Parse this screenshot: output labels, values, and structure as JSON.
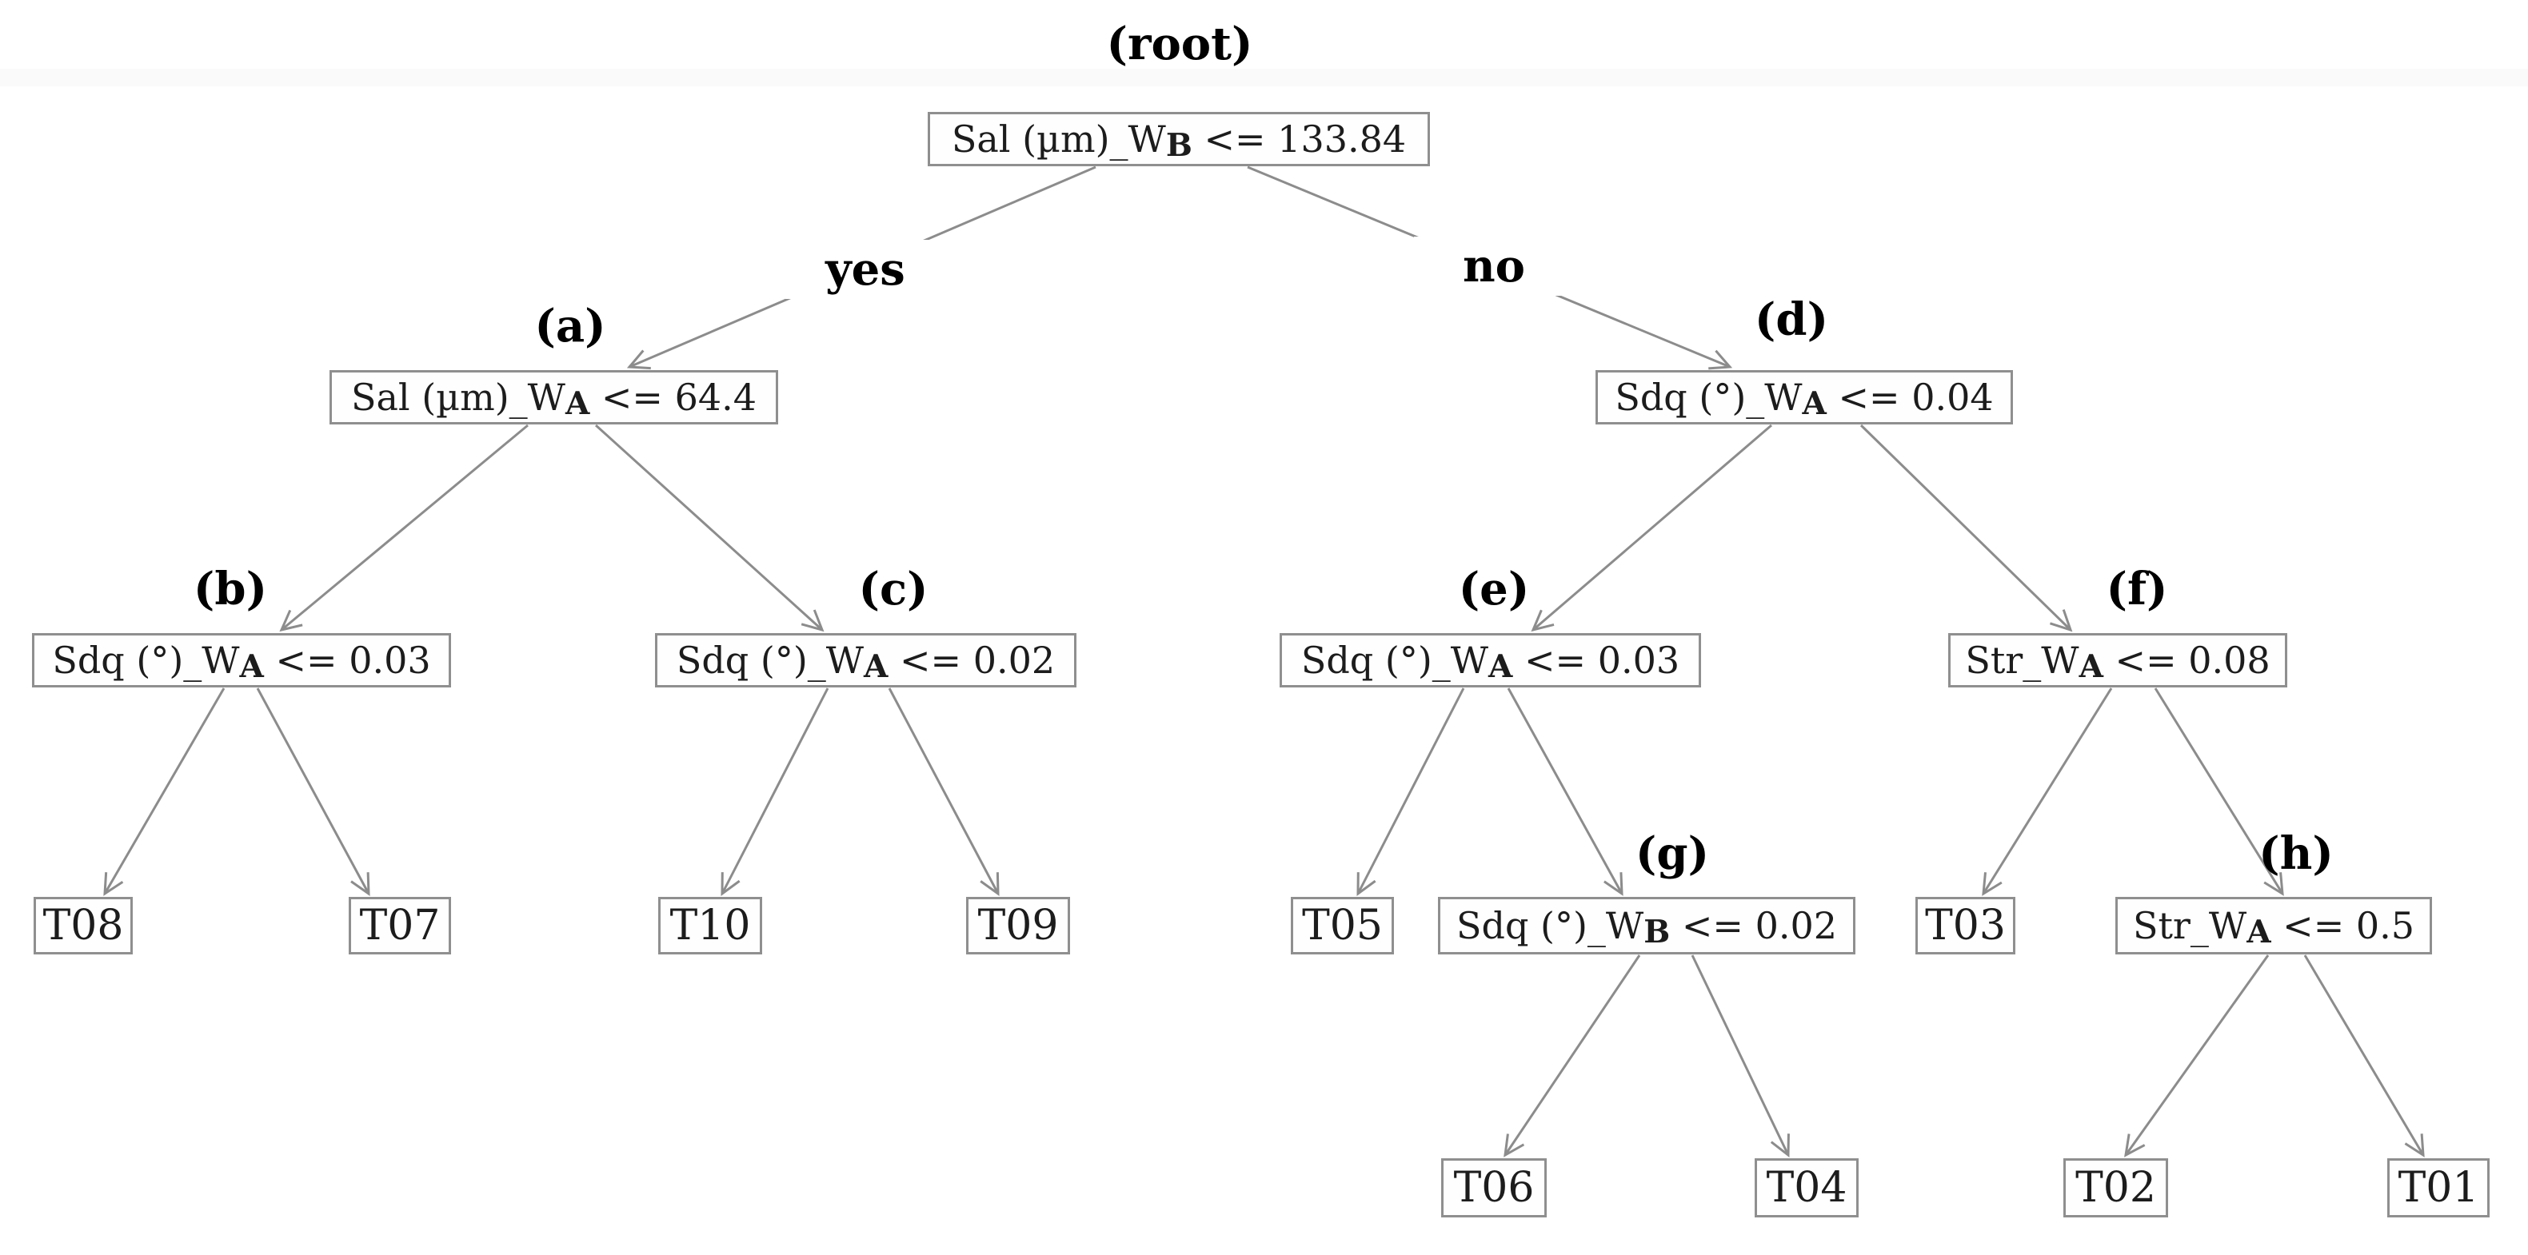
{
  "figure": {
    "type": "decision-tree",
    "colors": {
      "box_border": "#8f8f8f",
      "edge": "#8c8c8c",
      "text": "#1c1c1c",
      "label": "#000000",
      "background": "#ffffff"
    },
    "edge_labels": {
      "yes": "yes",
      "no": "no"
    },
    "nodes": {
      "root": {
        "tag": "(root)",
        "pre": "Sal (µm)_W",
        "sub": "B",
        "post": " <= 133.84"
      },
      "a": {
        "tag": "(a)",
        "pre": "Sal (µm)_W",
        "sub": "A",
        "post": " <= 64.4"
      },
      "b": {
        "tag": "(b)",
        "pre": "Sdq (°)_W",
        "sub": "A",
        "post": " <= 0.03"
      },
      "c": {
        "tag": "(c)",
        "pre": "Sdq (°)_W",
        "sub": "A",
        "post": " <= 0.02"
      },
      "d": {
        "tag": "(d)",
        "pre": "Sdq (°)_W",
        "sub": "A",
        "post": " <= 0.04"
      },
      "e": {
        "tag": "(e)",
        "pre": "Sdq (°)_W",
        "sub": "A",
        "post": " <= 0.03"
      },
      "f": {
        "tag": "(f)",
        "pre": "Str_W",
        "sub": "A",
        "post": " <= 0.08"
      },
      "g": {
        "tag": "(g)",
        "pre": "Sdq (°)_W",
        "sub": "B",
        "post": " <= 0.02"
      },
      "h": {
        "tag": "(h)",
        "pre": "Str_W",
        "sub": "A",
        "post": " <= 0.5"
      }
    },
    "leaves": {
      "t08": "T08",
      "t07": "T07",
      "t10": "T10",
      "t09": "T09",
      "t05": "T05",
      "t06": "T06",
      "t04": "T04",
      "t03": "T03",
      "t02": "T02",
      "t01": "T01"
    },
    "structure": {
      "root": {
        "yes": "a",
        "no": "d"
      },
      "a": {
        "left": "b",
        "right": "c"
      },
      "b": {
        "left": "T08",
        "right": "T07"
      },
      "c": {
        "left": "T10",
        "right": "T09"
      },
      "d": {
        "left": "e",
        "right": "f"
      },
      "e": {
        "left": "T05",
        "right": "g"
      },
      "f": {
        "left": "T03",
        "right": "h"
      },
      "g": {
        "left": "T06",
        "right": "T04"
      },
      "h": {
        "left": "T02",
        "right": "T01"
      }
    }
  }
}
